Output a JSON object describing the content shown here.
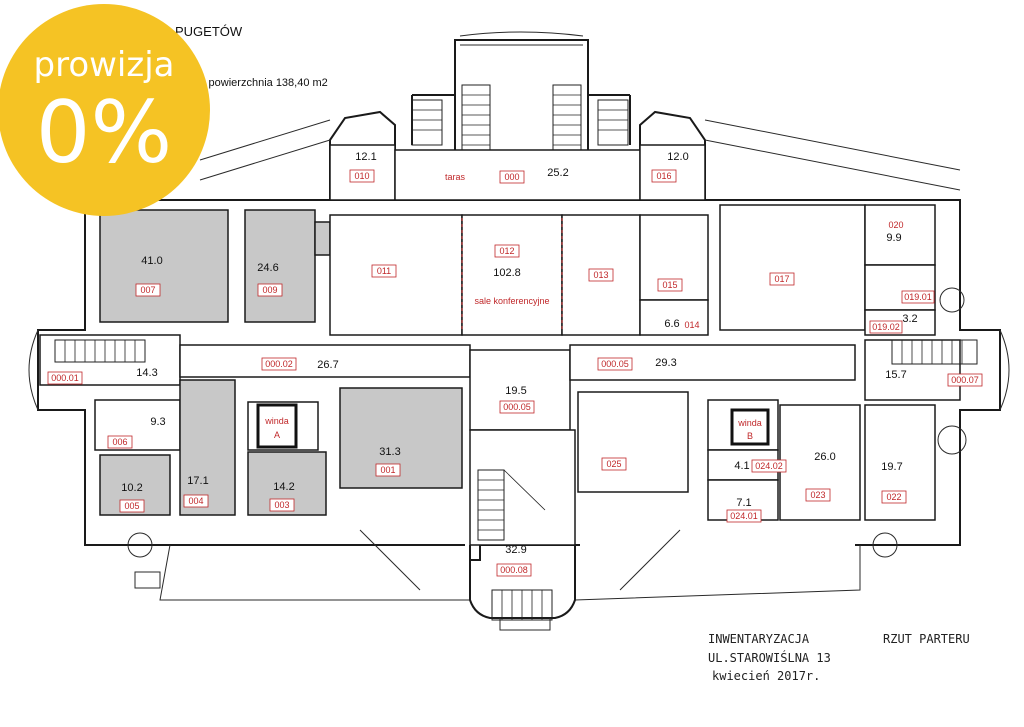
{
  "header": {
    "title": "C PUGETÓW",
    "info": "y powierzchnia 138,40 m2"
  },
  "badge": {
    "line1": "prowizja",
    "line2": "0%",
    "color": "#f5c324"
  },
  "stamp": {
    "left1": "INWENTARYZACJA",
    "left2": "UL.STAROWIŚLNA 13",
    "left3": "kwiecień 2017r.",
    "right": "RZUT PARTERU"
  },
  "rooms": {
    "r010": {
      "area": "12.1",
      "code": "010"
    },
    "r000": {
      "code": "000"
    },
    "taras": "taras",
    "r252": {
      "area": "25.2"
    },
    "r016": {
      "area": "12.0",
      "code": "016"
    },
    "r007": {
      "area": "41.0",
      "code": "007"
    },
    "r009": {
      "area": "24.6",
      "code": "009"
    },
    "r011": {
      "code": "011"
    },
    "r012": {
      "area": "102.8",
      "code": "012",
      "note": "sale konferencyjne"
    },
    "r013": {
      "code": "013"
    },
    "r015": {
      "code": "015"
    },
    "r014": {
      "area": "6.6",
      "code": "014"
    },
    "r017": {
      "code": "017"
    },
    "r020": {
      "area": "9.9",
      "code": "020"
    },
    "r0191": {
      "code": "019.01"
    },
    "r0192": {
      "area": "3.2",
      "code": "019.02"
    },
    "r00001": {
      "area": "14.3",
      "code": "000.01"
    },
    "r00002": {
      "area": "26.7",
      "code": "000.02"
    },
    "r00005a": {
      "area": "19.5",
      "code": "000.05"
    },
    "r00005b": {
      "area": "29.3",
      "code": "000.05"
    },
    "r00007": {
      "area": "15.7",
      "code": "000.07"
    },
    "r006": {
      "area": "9.3",
      "code": "006"
    },
    "windaA": {
      "line1": "winda",
      "line2": "A"
    },
    "windaB": {
      "line1": "winda",
      "line2": "B"
    },
    "r001": {
      "area": "31.3",
      "code": "001"
    },
    "r005": {
      "area": "10.2",
      "code": "005"
    },
    "r004": {
      "area": "17.1",
      "code": "004"
    },
    "r003": {
      "area": "14.2",
      "code": "003"
    },
    "r025": {
      "code": "025"
    },
    "r02402": {
      "area": "4.1",
      "code": "024.02"
    },
    "r02401": {
      "area": "7.1",
      "code": "024.01"
    },
    "r023": {
      "area": "26.0",
      "code": "023"
    },
    "r022": {
      "area": "19.7",
      "code": "022"
    },
    "r00008": {
      "area": "32.9",
      "code": "000.08"
    }
  }
}
